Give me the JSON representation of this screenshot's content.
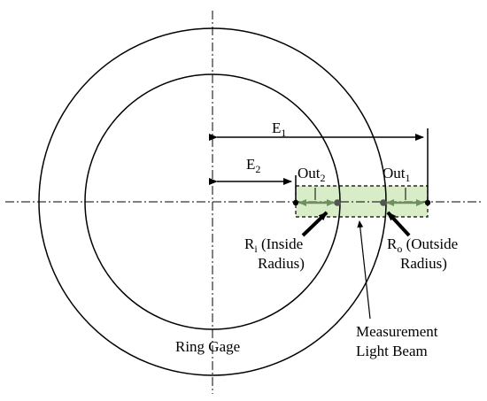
{
  "labels": {
    "e1_main": "E",
    "e1_sub": "1",
    "e2_main": "E",
    "e2_sub": "2",
    "out2_main": "Out",
    "out2_sub": "2",
    "out1_main": "Out",
    "out1_sub": "1",
    "ri_main": "R",
    "ri_sub": "i",
    "ri_rest": " (Inside",
    "ri_line2": "Radius)",
    "ro_main": "R",
    "ro_sub": "o",
    "ro_rest": " (Outside",
    "ro_line2": "Radius)",
    "beam_line1": "Measurement",
    "beam_line2": "Light Beam",
    "ring_gage": "Ring Gage"
  },
  "colors": {
    "line": "#000000",
    "beam_fill": "#d8ecc8",
    "beam_arrow": "#6f8f5f"
  }
}
